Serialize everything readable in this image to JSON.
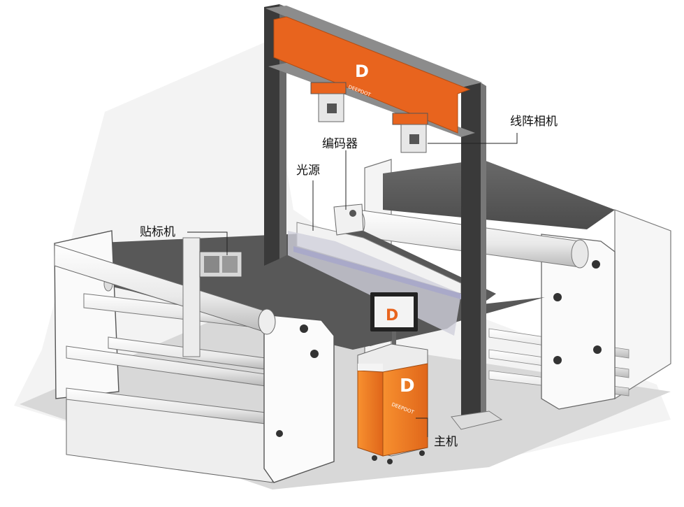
{
  "brand": {
    "logo_letter": "D",
    "wordmark": "DEEPDOT",
    "accent": "#F06A1E",
    "dark": "#4A4A4A"
  },
  "callouts": {
    "camera": "线阵相机",
    "encoder": "编码器",
    "light": "光源",
    "labeler": "贴标机",
    "host": "主机"
  },
  "colors": {
    "ground": "#DCDCDC",
    "frame": "#F4F4F4",
    "belt": "#555555",
    "beam": "#E8641E",
    "cabinet": "#F07A1E"
  }
}
